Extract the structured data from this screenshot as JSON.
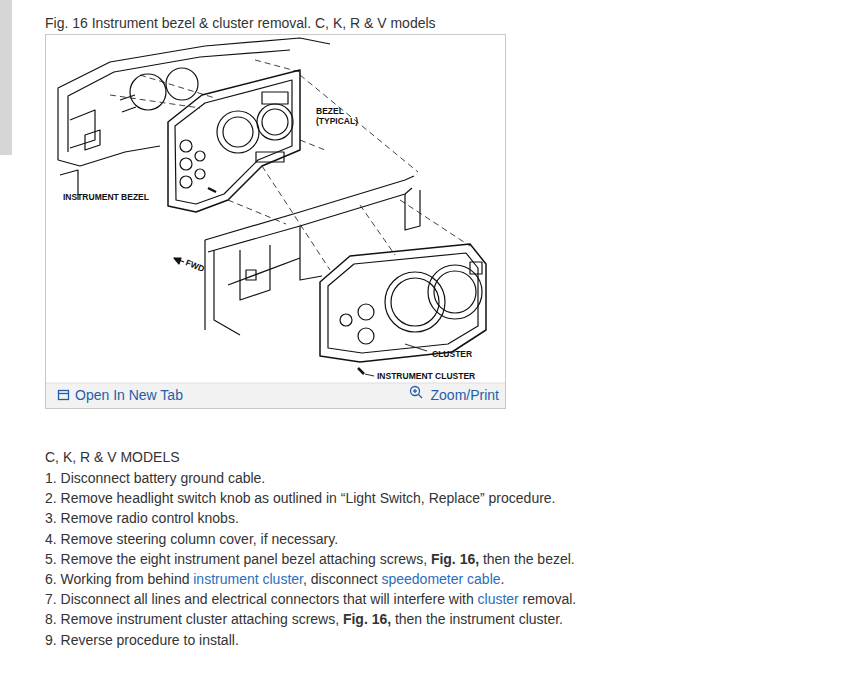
{
  "diagram": {
    "title": "Fig. 16 Instrument bezel & cluster removal. C, K, R & V models",
    "labels": [
      "BEZEL (TYPICAL)",
      "INSTRUMENT BEZEL",
      "FWD",
      "CLUSTER",
      "INSTRUMENT CLUSTER",
      "Open In New Tab",
      "Zoom/Print",
      "C, K, R & V MODELS",
      "1. Disconnect battery ground cable.",
      "2. Remove headlight switch knob as outlined in “Light Switch, Replace” procedure.",
      "3. Remove radio control knobs.",
      "4. Remove steering column cover, if necessary.",
      "5. Remove the eight instrument panel bezel attaching screws,",
      "Fig. 16,",
      "then the bezel.",
      "6. Working from behind",
      "instrument cluster",
      ", disconnect",
      "speedometer cable",
      ".",
      "7. Disconnect all lines and electrical connectors that will interfere with",
      "cluster",
      "removal.",
      "8. Remove instrument cluster attaching screws,",
      "Fig. 16,",
      "then the instrument cluster.",
      "9. Reverse procedure to install."
    ]
  }
}
